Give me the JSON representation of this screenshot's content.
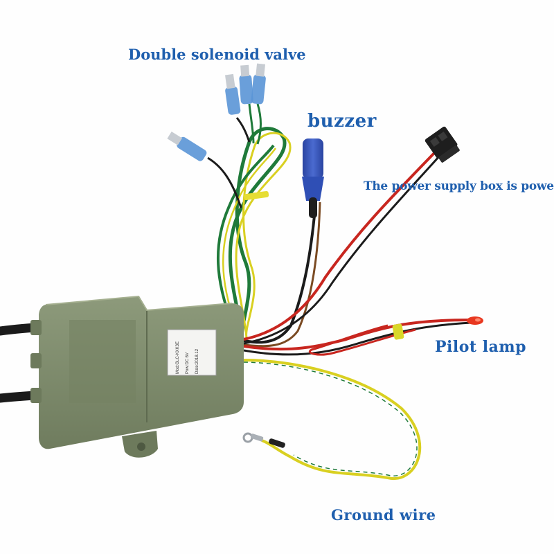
{
  "labels": {
    "valve": "Double solenoid valve",
    "buzzer": "buzzer",
    "power": "The power supply box is powered on",
    "lamp": "Pilot lamp",
    "ground": "Ground wire"
  },
  "sticker": {
    "model": "Mod:GLC-KXK3E",
    "power": "Pow:DC 6V",
    "date": "Date:2018.12"
  },
  "colors": {
    "housing": "#7c8a6a",
    "label_text": "#1f5fae",
    "wire_green": "#1f7a3a",
    "wire_yellow": "#d9d021",
    "wire_red": "#c8261f",
    "wire_black": "#1b1b1b",
    "wire_brown": "#7a4a22",
    "terminal_blue": "#4a86c9",
    "buzzer_blue": "#2f4fb5"
  }
}
